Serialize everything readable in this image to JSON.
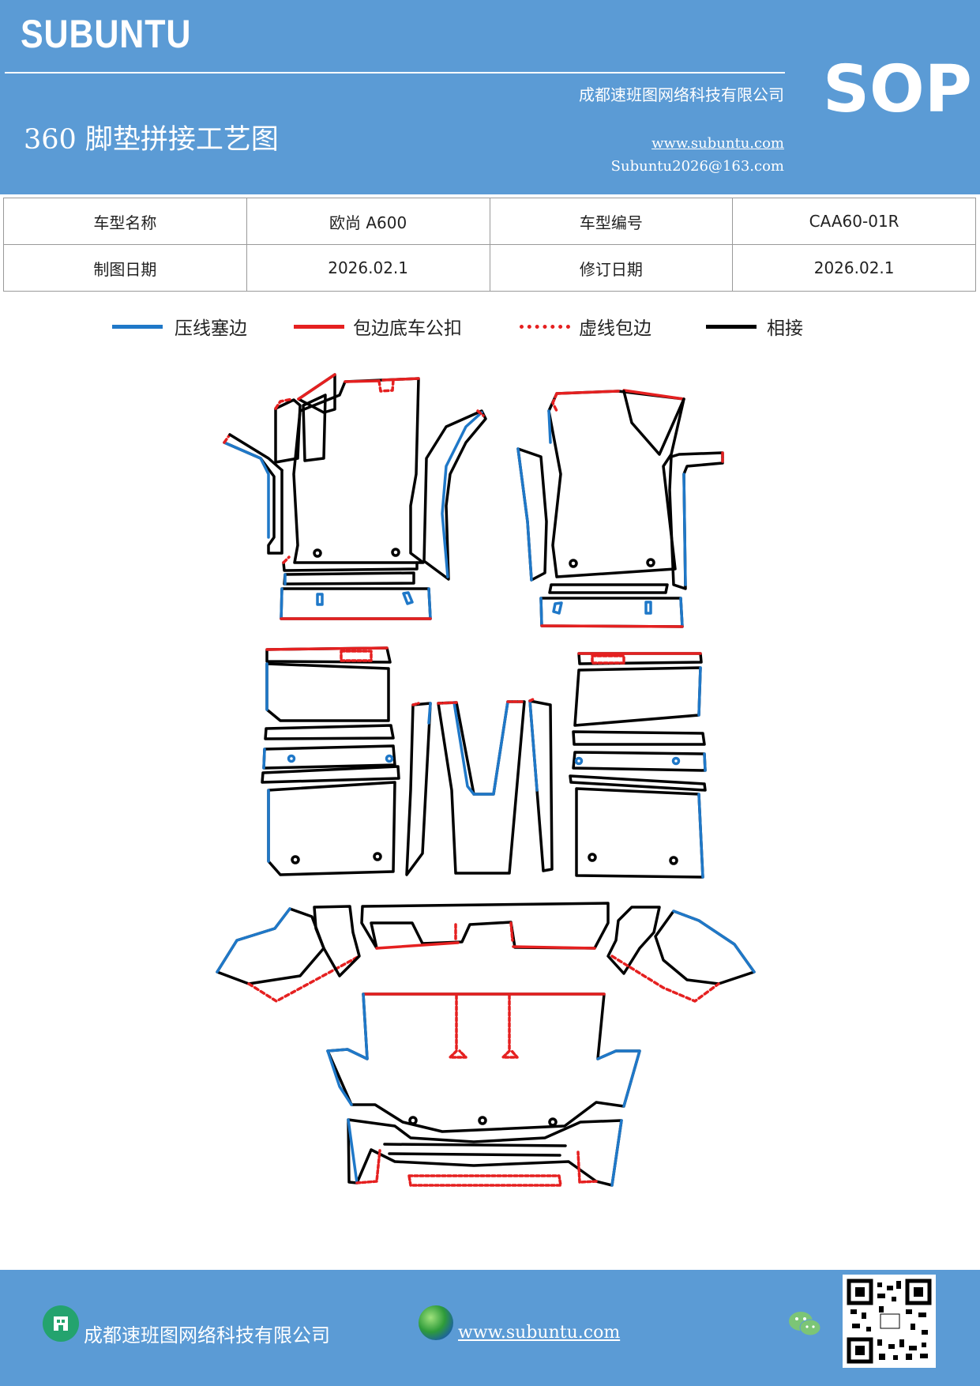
{
  "header": {
    "brand": "SUBUNTU",
    "company": "成都速班图网络科技有限公司",
    "title": "360 脚垫拼接工艺图",
    "url": "www.subuntu.com",
    "email": "Subuntu2026@163.com",
    "badge": "SOP"
  },
  "info": {
    "row1": [
      "车型名称",
      "欧尚 A600",
      "车型编号",
      "CAA60-01R"
    ],
    "row2": [
      "制图日期",
      "2026.02.1",
      "修订日期",
      "2026.02.1"
    ]
  },
  "legend": [
    {
      "label": "压线塞边",
      "color": "#1f78c8",
      "style": "solid"
    },
    {
      "label": "包边底车公扣",
      "color": "#e52020",
      "style": "solid"
    },
    {
      "label": "虚线包边",
      "color": "#e52020",
      "style": "dashed"
    },
    {
      "label": "相接",
      "color": "#000000",
      "style": "solid"
    }
  ],
  "footer": {
    "company": "成都速班图网络科技有限公司",
    "url": "www.subuntu.com",
    "icons": [
      "building-icon",
      "globe-icon",
      "wechat-icon",
      "qr-code"
    ]
  }
}
